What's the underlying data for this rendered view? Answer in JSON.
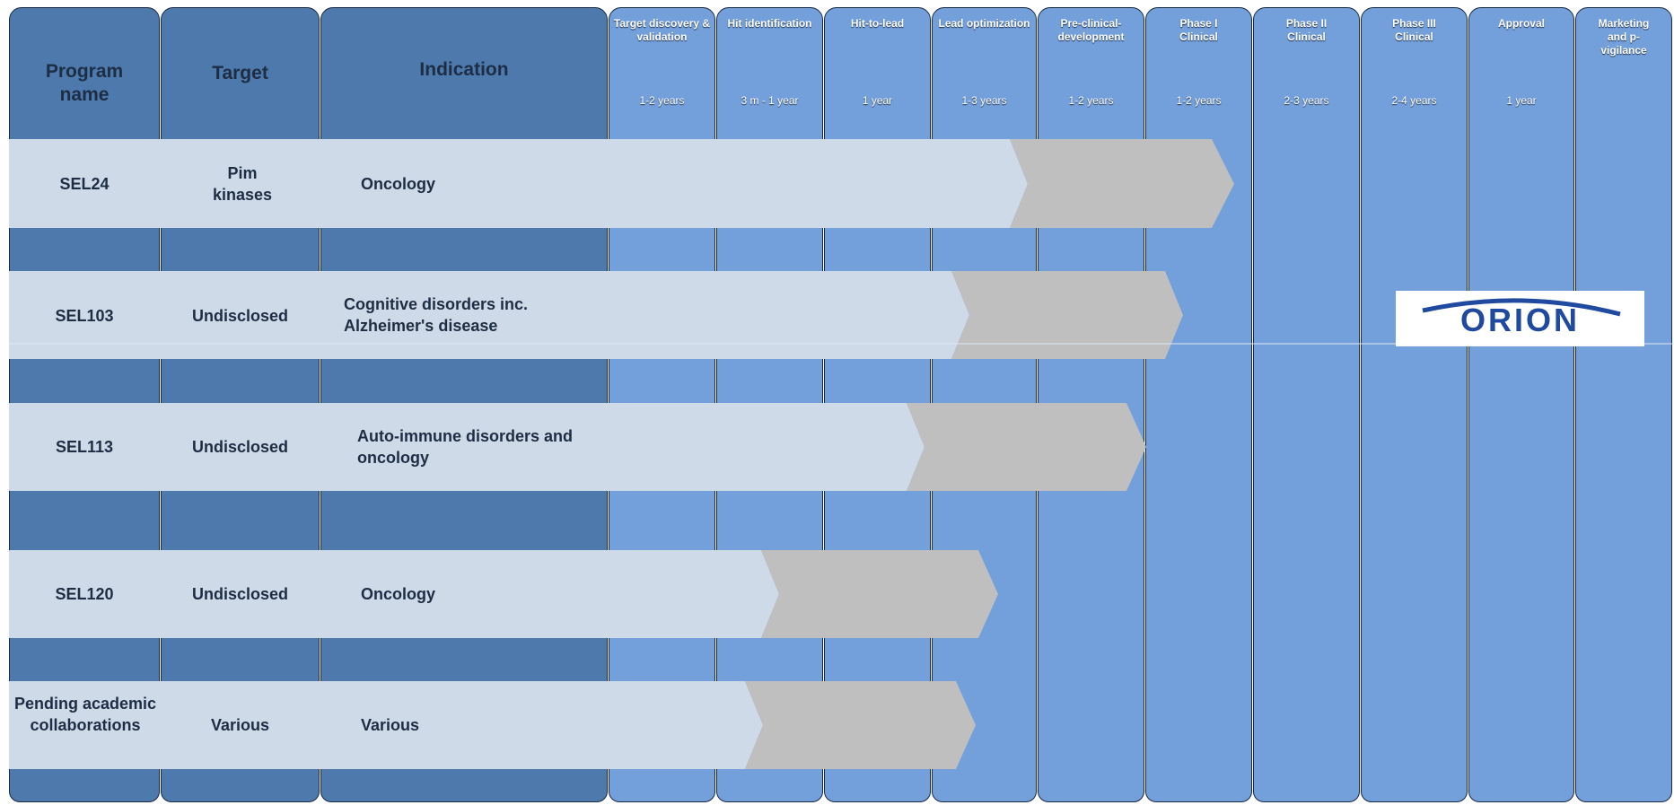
{
  "header": {
    "program_label": "Program name",
    "target_label": "Target",
    "indication_label": "Indication"
  },
  "stages": [
    {
      "label": "Target discovery & validation",
      "duration": "1-2 years"
    },
    {
      "label": "Hit identification",
      "duration": "3 m - 1 year"
    },
    {
      "label": "Hit-to-lead",
      "duration": "1 year"
    },
    {
      "label": "Lead optimization",
      "duration": "1-3 years"
    },
    {
      "label": "Pre-clinical-development",
      "duration": "1-2 years"
    },
    {
      "label": "Phase I Clinical",
      "duration": "1-2 years"
    },
    {
      "label": "Phase II Clinical",
      "duration": "2-3 years"
    },
    {
      "label": "Phase III Clinical",
      "duration": "2-4 years"
    },
    {
      "label": "Approval",
      "duration": "1 year"
    },
    {
      "label": "Marketing and p-vigilance",
      "duration": ""
    }
  ],
  "programs": [
    {
      "name": "SEL24",
      "target": "Pim kinases",
      "indication": "Oncology",
      "progress_stage_index": 5
    },
    {
      "name": "SEL103",
      "target": "Undisclosed",
      "indication": "Cognitive disorders inc. Alzheimer's disease",
      "progress_stage_index": 5
    },
    {
      "name": "SEL113",
      "target": "Undisclosed",
      "indication": "Auto-immune disorders and oncology",
      "progress_stage_index": 4
    },
    {
      "name": "SEL120",
      "target": "Undisclosed",
      "indication": "Oncology",
      "progress_stage_index": 3
    },
    {
      "name": "Pending academic collaborations",
      "target": "Various",
      "indication": "Various",
      "progress_stage_index": 3
    }
  ],
  "partner_logo": {
    "text": "ORION",
    "color": "#1f4aa0"
  },
  "colors": {
    "left_columns": "#4d79ac",
    "stage_columns": "#739fdb",
    "arrow_body": "#cfdae8",
    "arrow_head": "#bfbfbf",
    "text_dark": "#1e2d44"
  }
}
